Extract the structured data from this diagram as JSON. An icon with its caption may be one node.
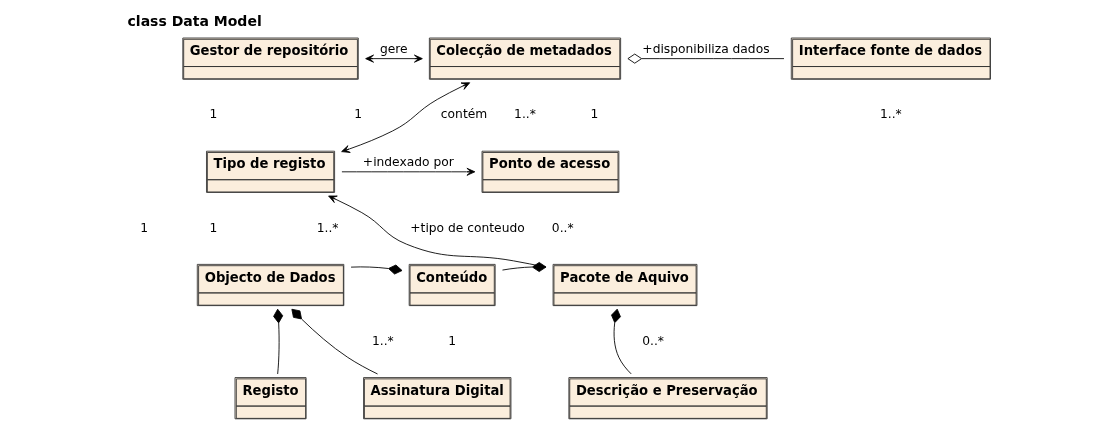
{
  "diagram": {
    "title": "class Data Model",
    "nodes": [
      {
        "text": [
          "Gestor de repositório"
        ]
      },
      {
        "text": [
          "Colecção de metadados"
        ]
      },
      {
        "text": [
          "Interface fonte de dados"
        ]
      },
      {
        "text": [
          "Tipo de registo"
        ]
      },
      {
        "text": [
          "Ponto de acesso"
        ]
      },
      {
        "text": [
          "Objecto de Dados"
        ]
      },
      {
        "text": [
          "Conteúdo"
        ]
      },
      {
        "text": [
          "Pacote de Aquivo"
        ]
      },
      {
        "text": [
          "Registo"
        ]
      },
      {
        "text": [
          "Assinatura Digital"
        ]
      },
      {
        "text": [
          "Descrição e Preservação"
        ]
      }
    ],
    "edges": [
      {
        "from": 0,
        "to": 1,
        "arrow": "both",
        "label": "gere"
      },
      {
        "from": 1,
        "to": 2,
        "arrow": "other",
        "label": "+disponibiliza dados"
      },
      {
        "from": 1,
        "to": 3,
        "arrow": "both",
        "label": "contém"
      },
      {
        "from": 3,
        "to": 4,
        "arrow": "to",
        "label": "+indexado por"
      },
      {
        "from": 7,
        "to": 3,
        "arrow": "to",
        "label": "+tipo de conteudo"
      },
      {
        "from": 5,
        "to": 6,
        "arrow": "other"
      },
      {
        "from": 6,
        "to": 7,
        "arrow": "other"
      },
      {
        "from": 5,
        "to": 8,
        "arrow": "other"
      },
      {
        "from": 5,
        "to": 9,
        "arrow": "other"
      },
      {
        "from": 7,
        "to": 10,
        "arrow": "other"
      }
    ],
    "labels": [
      "1",
      "1..*",
      "1",
      "1..*",
      "1",
      "1..*",
      "1",
      "0..*",
      "1",
      "0..*",
      "1..*",
      "1"
    ]
  }
}
